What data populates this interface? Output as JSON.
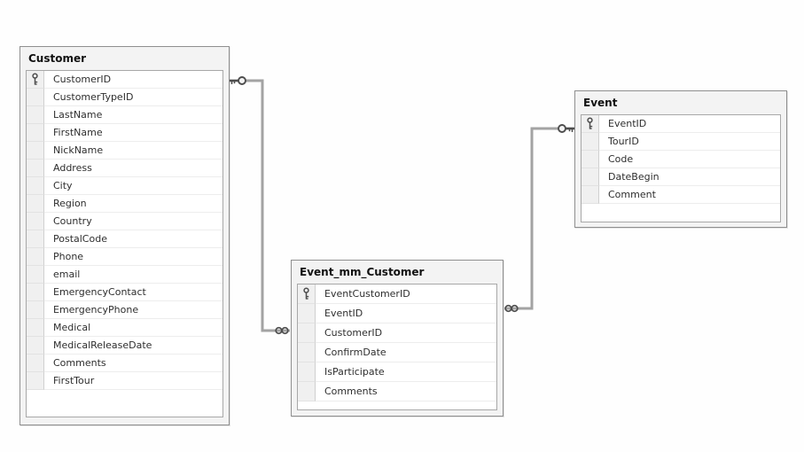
{
  "tables": {
    "customer": {
      "title": "Customer",
      "fields": [
        {
          "name": "CustomerID",
          "pk": true
        },
        {
          "name": "CustomerTypeID"
        },
        {
          "name": "LastName"
        },
        {
          "name": "FirstName"
        },
        {
          "name": "NickName"
        },
        {
          "name": "Address"
        },
        {
          "name": "City"
        },
        {
          "name": "Region"
        },
        {
          "name": "Country"
        },
        {
          "name": "PostalCode"
        },
        {
          "name": "Phone"
        },
        {
          "name": "email"
        },
        {
          "name": "EmergencyContact"
        },
        {
          "name": "EmergencyPhone"
        },
        {
          "name": "Medical"
        },
        {
          "name": "MedicalReleaseDate"
        },
        {
          "name": "Comments"
        },
        {
          "name": "FirstTour"
        }
      ]
    },
    "event_mm_customer": {
      "title": "Event_mm_Customer",
      "fields": [
        {
          "name": "EventCustomerID",
          "pk": true
        },
        {
          "name": "EventID"
        },
        {
          "name": "CustomerID"
        },
        {
          "name": "ConfirmDate"
        },
        {
          "name": "IsParticipate"
        },
        {
          "name": "Comments"
        }
      ]
    },
    "event": {
      "title": "Event",
      "fields": [
        {
          "name": "EventID",
          "pk": true
        },
        {
          "name": "TourID"
        },
        {
          "name": "Code"
        },
        {
          "name": "DateBegin"
        },
        {
          "name": "Comment"
        }
      ]
    }
  },
  "relationships": [
    {
      "one_table": "Customer",
      "many_table": "Event_mm_Customer",
      "one_end_symbol": "key",
      "many_end_symbol": "infinity"
    },
    {
      "one_table": "Event",
      "many_table": "Event_mm_Customer",
      "one_end_symbol": "key",
      "many_end_symbol": "infinity"
    }
  ],
  "icons": {
    "primary_key": "key-icon",
    "one_end": "key-icon",
    "many_end": "infinity-icon"
  },
  "colors": {
    "background": "#fefefe",
    "table_frame": "#8f8f8f",
    "table_band": "#f3f3f3",
    "grid_border": "#a8a8a8",
    "row_divider": "#ededed",
    "selector_bg": "#f0f0f0",
    "connector_line": "#a3a3a3",
    "end_symbol": "#4d4d4d",
    "title_text": "#111111",
    "field_text": "#2e2e2e"
  }
}
